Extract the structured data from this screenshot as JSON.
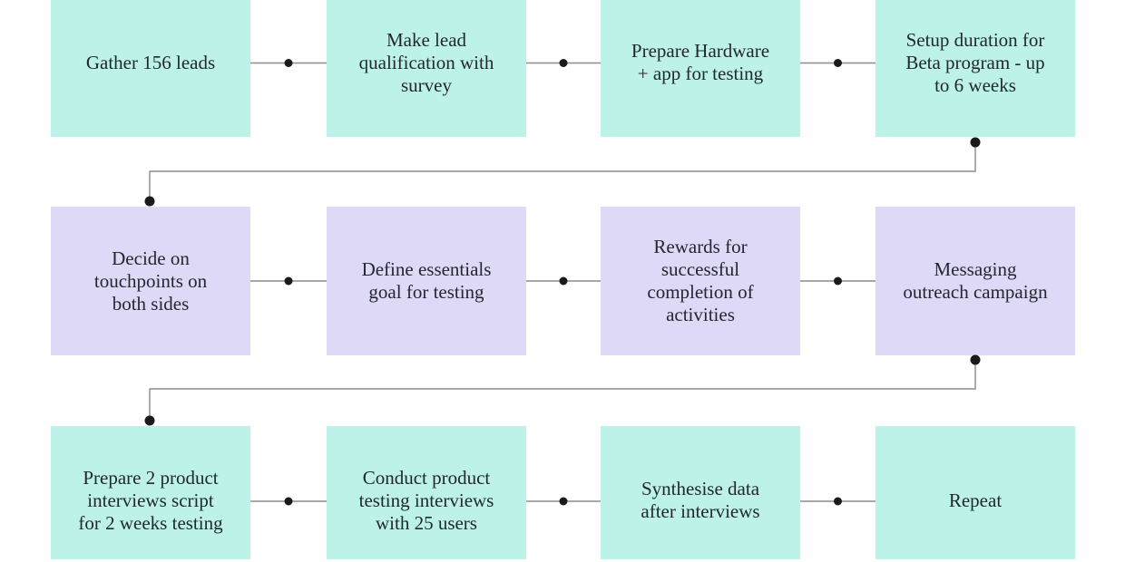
{
  "colors": {
    "background": "#ffffff",
    "teal": "#bdf2e8",
    "lavender": "#ded9f6",
    "connector_line": "#8c8c8c",
    "connector_dot": "#1a1a1a",
    "text": "#222730"
  },
  "flow": {
    "rows": [
      {
        "fill": "teal",
        "boxes": [
          "Gather 156 leads",
          "Make lead\nqualification with\nsurvey",
          "Prepare Hardware\n+ app for testing",
          "Setup duration for\nBeta program - up\nto 6 weeks"
        ]
      },
      {
        "fill": "lavender",
        "boxes": [
          "Decide on\ntouchpoints on\nboth sides",
          "Define essentials\ngoal for testing",
          "Rewards for\nsuccessful\ncompletion of\nactivities",
          "Messaging\noutreach campaign"
        ]
      },
      {
        "fill": "teal",
        "boxes": [
          "Prepare 2 product\ninterviews script\nfor 2 weeks testing",
          "Conduct product\ntesting interviews\nwith 25 users",
          "Synthesise data\nafter interviews",
          "Repeat"
        ]
      }
    ]
  }
}
